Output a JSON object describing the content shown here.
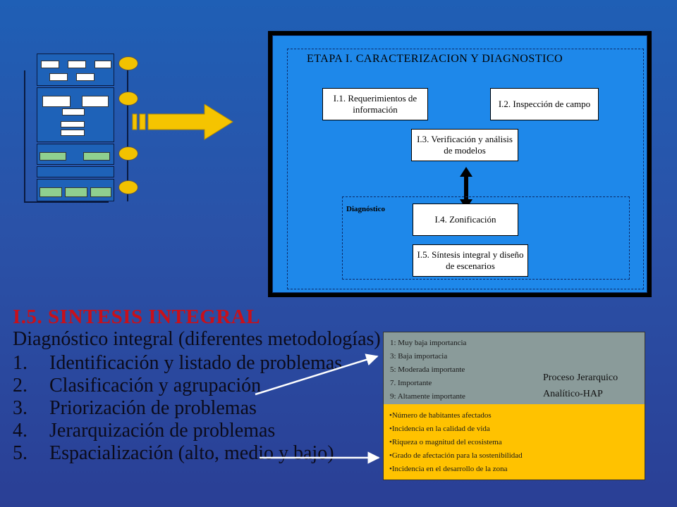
{
  "diagram": {
    "stage_title": "ETAPA I.  CARACTERIZACION Y DIAGNOSTICO",
    "boxes": {
      "b1": "I.1. Requerimientos de información",
      "b2": "I.2. Inspección de campo",
      "b3": "I.3. Verificación y análisis de modelos",
      "b4": "I.4.  Zonificación",
      "b5": "I.5. Síntesis integral y diseño de escenarios"
    },
    "diagnostico_label": "Diagnóstico"
  },
  "text": {
    "heading": "I.5. SINTESIS INTEGRAL",
    "subheading": "Diagnóstico integral (diferentes metodologías)",
    "items": [
      {
        "num": "1.",
        "label": "Identificación y listado de problemas"
      },
      {
        "num": "2.",
        "label": "Clasificación y agrupación"
      },
      {
        "num": "3.",
        "label": "Priorización de problemas"
      },
      {
        "num": "4.",
        "label": "Jerarquización de problemas"
      },
      {
        "num": "5.",
        "label": "Espacialización (alto, medio y bajo)"
      }
    ]
  },
  "info": {
    "scale": [
      "1: Muy baja importancia",
      "3: Baja importacia",
      "5: Moderada importante",
      "7. Importante",
      "9: Altamente importante"
    ],
    "hap_line1": "Proceso Jerarquico",
    "hap_line2": "Analítico-HAP",
    "criteria": [
      "•Número de habitantes afectados",
      "•Incidencia en la calidad de vida",
      "•Riqueza o magnitud del ecosistema",
      "•Grado de afectación para la sostenibilidad",
      "•Incidencia en el desarrollo de la zona"
    ]
  },
  "colors": {
    "heading": "#c8101a",
    "arrow": "#f5c400",
    "diagram_bg": "#1e88ea",
    "info_top": "#8a9b9a",
    "info_bottom": "#ffc200"
  }
}
